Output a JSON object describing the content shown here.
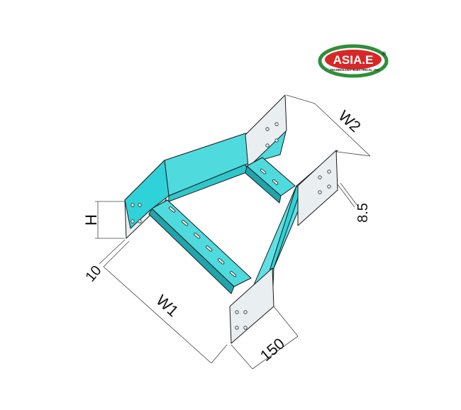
{
  "logo": {
    "brand": "ASIA.E",
    "registered": "®",
    "tagline": "TECHNOLOGY ELECTRICAL JSC",
    "colors": {
      "ring": "#2f8f3a",
      "fill": "#d62828",
      "brand_text": "#ffffff"
    }
  },
  "drawing": {
    "colors": {
      "tray_top": "#5fe0e4",
      "tray_side": "#2fd2d8",
      "tray_dark": "#1fa5ab",
      "flange": "#e9eff1",
      "outline": "#1a1a1a",
      "dim_line": "#444444"
    }
  },
  "dimensions": {
    "w1": "W1",
    "w2": "W2",
    "h": "H",
    "bottom_width": "150",
    "flange_offset": "10",
    "flange_gap": "8.5"
  }
}
